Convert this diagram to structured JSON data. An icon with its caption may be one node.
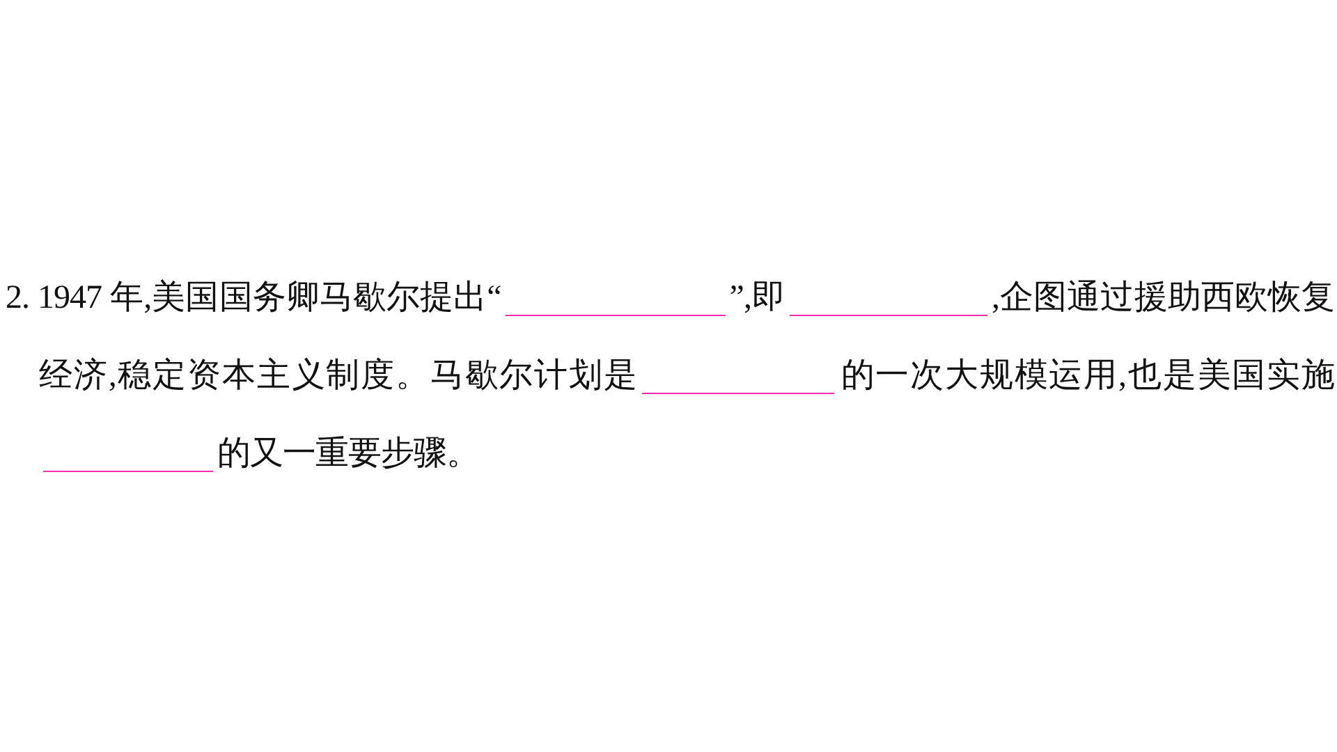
{
  "diagram": {
    "labels": [
      "2.",
      "1947 年,美国国务卿马歇尔提出“",
      "”,即",
      ",企图通过援助西欧恢复经济,稳定资本主义制度。马歇尔计划是",
      "的一次大规模运用,也是美国实施",
      "的又一重要步骤。"
    ]
  }
}
